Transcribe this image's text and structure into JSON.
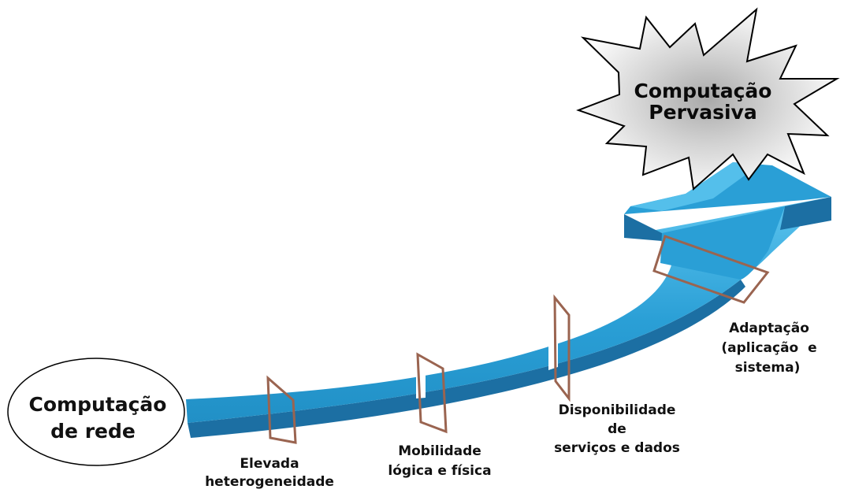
{
  "start_node": {
    "line1": "Computação",
    "line2": "de rede"
  },
  "goal_node": {
    "line1": "Computação",
    "line2": "Pervasiva"
  },
  "stages": [
    {
      "lines": [
        "Elevada",
        "heterogeneidade"
      ]
    },
    {
      "lines": [
        "Mobilidade",
        "lógica e física"
      ]
    },
    {
      "lines": [
        "Disponibilidade",
        "de",
        "serviços e dados"
      ]
    },
    {
      "lines": [
        "Adaptação",
        "(aplicação  e",
        "sistema)"
      ]
    }
  ],
  "colors": {
    "arrow_top": "#2a9fd6",
    "arrow_side": "#1c6fa3",
    "arrow_highlight": "#5cc4ee",
    "gate_frame": "#9a6450",
    "outline": "#000000"
  }
}
